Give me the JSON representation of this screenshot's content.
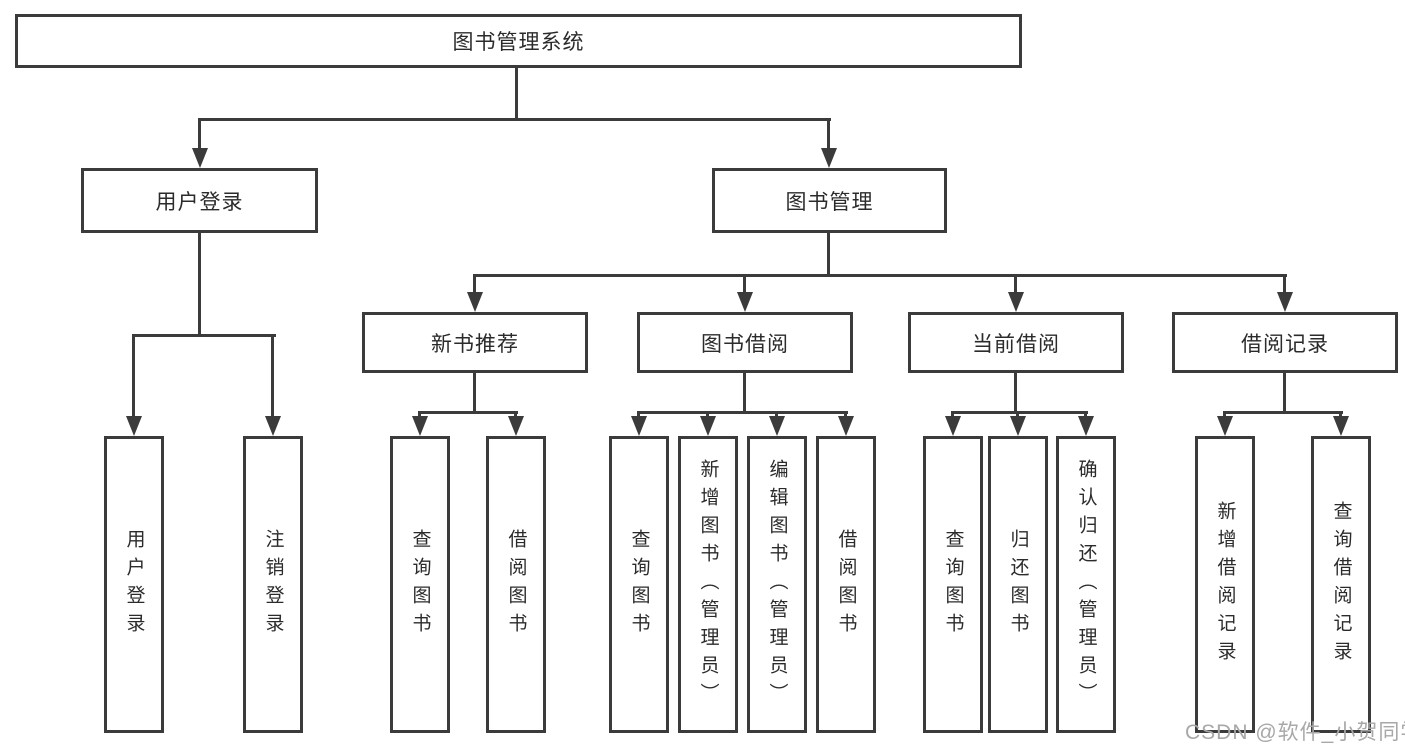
{
  "diagram": {
    "root": {
      "label": "图书管理系统"
    },
    "branches": [
      {
        "label": "用户登录",
        "children": [
          {
            "label": "用户登录"
          },
          {
            "label": "注销登录"
          }
        ]
      },
      {
        "label": "图书管理",
        "groups": [
          {
            "label": "新书推荐",
            "children": [
              {
                "label": "查询图书"
              },
              {
                "label": "借阅图书"
              }
            ]
          },
          {
            "label": "图书借阅",
            "children": [
              {
                "label": "查询图书"
              },
              {
                "label": "新增图书（管理员）"
              },
              {
                "label": "编辑图书（管理员）"
              },
              {
                "label": "借阅图书"
              }
            ]
          },
          {
            "label": "当前借阅",
            "children": [
              {
                "label": "查询图书"
              },
              {
                "label": "归还图书"
              },
              {
                "label": "确认归还（管理员）"
              }
            ]
          },
          {
            "label": "借阅记录",
            "children": [
              {
                "label": "新增借阅记录"
              },
              {
                "label": "查询借阅记录"
              }
            ]
          }
        ]
      }
    ]
  },
  "watermark": {
    "text": "CSDN @软件_小贺同学"
  },
  "colors": {
    "line": "#3b3b3b",
    "text": "#2b2b2b",
    "watermark": "#a8a8a8",
    "background": "#ffffff"
  }
}
